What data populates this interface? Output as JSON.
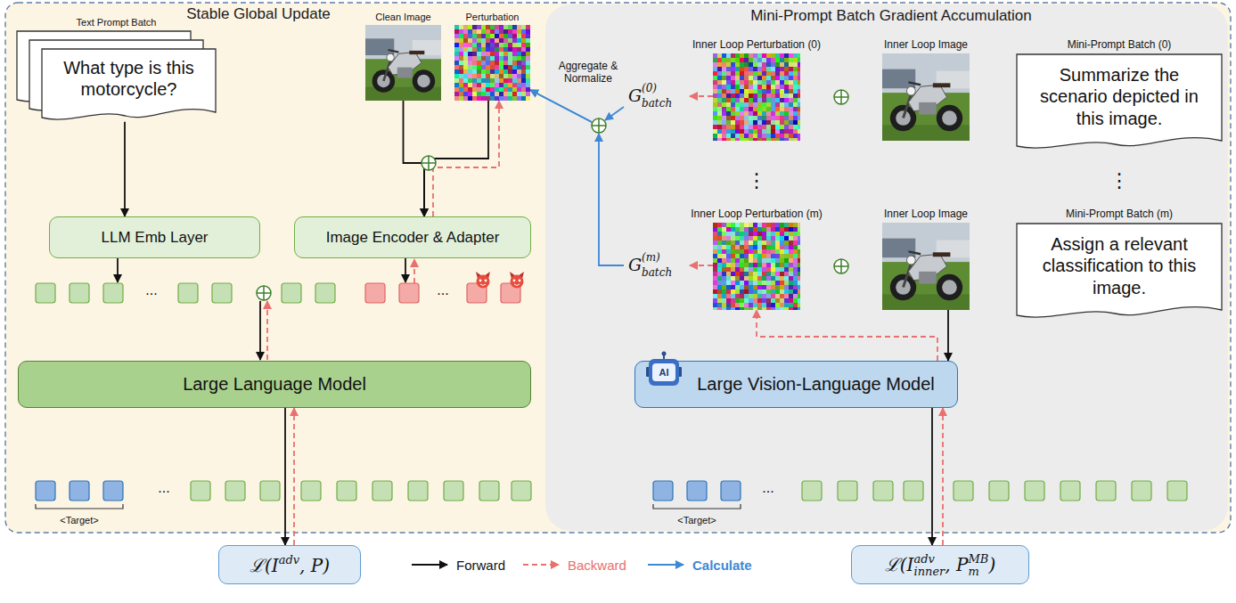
{
  "diagram": {
    "nodes": [
      {
        "text": [
          "Stable Global Update"
        ]
      },
      {
        "text": [
          "Mini-Prompt Batch Gradient Accumulation"
        ],
        "in": 0
      },
      {
        "text": [
          "Text Prompt Batch",
          "What type is this motorcycle?"
        ],
        "in": 0
      },
      {
        "text": [
          "Clean Image"
        ],
        "in": 0
      },
      {
        "text": [
          "Perturbation"
        ],
        "in": 0
      },
      {
        "text": [
          "LLM Emb Layer"
        ],
        "in": 0
      },
      {
        "text": [
          "Image Encoder & Adapter"
        ],
        "in": 0
      },
      {
        "text": [
          "Large Language Model"
        ],
        "in": 0
      },
      {
        "text": [
          "Inner Loop Perturbation (0)"
        ],
        "in": 1
      },
      {
        "text": [
          "Inner Loop Image"
        ],
        "in": 1
      },
      {
        "text": [
          "Mini-Prompt Batch (0)",
          "Summarize the scenario depicted in this image."
        ],
        "in": 1
      },
      {
        "text": [
          "Inner Loop Perturbation (m)"
        ],
        "in": 1
      },
      {
        "text": [
          "Inner Loop Image"
        ],
        "in": 1
      },
      {
        "text": [
          "Mini-Prompt Batch (m)",
          "Assign a relevant classification to this image."
        ],
        "in": 1
      },
      {
        "text": [
          "Large Vision-Language Model"
        ],
        "in": 1
      },
      {
        "text": [
          "ℒ(I",
          "adv",
          ", P)"
        ]
      },
      {
        "text": [
          "ℒ(I",
          "adv",
          "inner",
          ", P",
          "MB",
          "m",
          ")"
        ]
      }
    ],
    "edges": [
      {
        "from": 2,
        "to": 5,
        "arrow": "to"
      },
      {
        "from": 3,
        "to": 6,
        "arrow": "to"
      },
      {
        "from": 4,
        "to": 6,
        "arrow": "to"
      },
      {
        "from": 6,
        "to": 4,
        "arrow": "to"
      },
      {
        "from": 8,
        "to": 4,
        "arrow": "to"
      },
      {
        "from": 11,
        "to": 4,
        "arrow": "to"
      },
      {
        "from": 12,
        "to": 14,
        "arrow": "to"
      },
      {
        "from": 14,
        "to": 11,
        "arrow": "to"
      },
      {
        "from": 7,
        "to": 15,
        "arrow": "to"
      },
      {
        "from": 15,
        "to": 7,
        "arrow": "to"
      },
      {
        "from": 14,
        "to": 16,
        "arrow": "to"
      },
      {
        "from": 16,
        "to": 14,
        "arrow": "to"
      }
    ],
    "labels": [
      "...",
      "...",
      "...",
      "<Target>",
      "Aggregate & Normalize",
      "G",
      "(0)",
      "batch",
      "⋮",
      "⋮",
      "G",
      "(m)",
      "batch",
      "AI",
      "...",
      "<Target>"
    ],
    "legend": [
      {
        "text": "Forward"
      },
      {
        "text": "Backward"
      },
      {
        "text": "Calculate"
      }
    ]
  }
}
